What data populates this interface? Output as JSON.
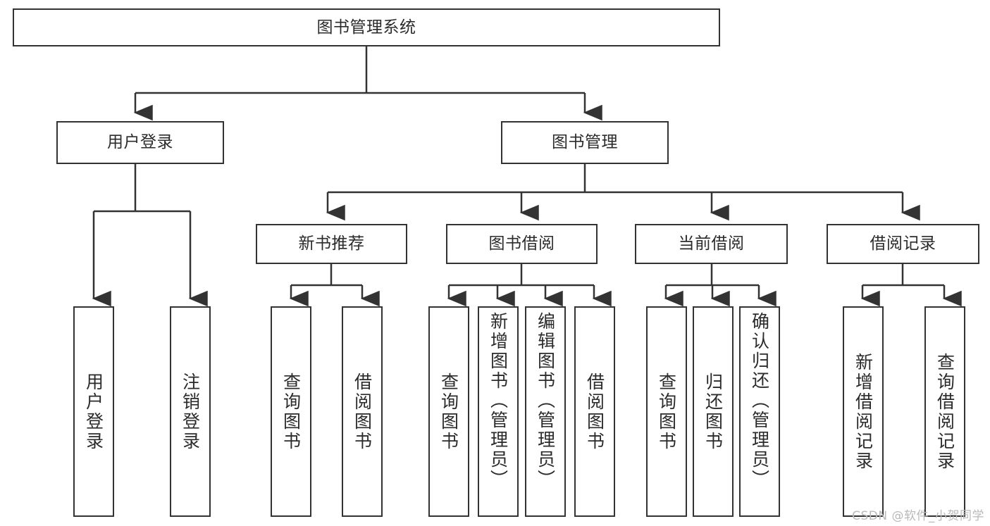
{
  "diagram": {
    "type": "tree-hierarchy-chart",
    "title": "图书管理系统",
    "watermark": "CSDN @软件_小贺同学",
    "colors": {
      "box_border": "#333333",
      "box_fill": "#ffffff",
      "text": "#2b2b2b",
      "connector": "#333333",
      "watermark": "#b9b9b9"
    },
    "nodes": {
      "root": {
        "label": "图书管理系统"
      },
      "level2": [
        {
          "label": "用户登录"
        },
        {
          "label": "图书管理"
        }
      ],
      "level3": [
        {
          "label": "新书推荐"
        },
        {
          "label": "图书借阅"
        },
        {
          "label": "当前借阅"
        },
        {
          "label": "借阅记录"
        }
      ],
      "leaves": {
        "user_login": [
          {
            "label": "用户登录"
          },
          {
            "label": "注销登录"
          }
        ],
        "new_book_recommend": [
          {
            "label": "查询图书"
          },
          {
            "label": "借阅图书"
          }
        ],
        "book_borrow": [
          {
            "label": "查询图书"
          },
          {
            "label": "新增图书（管理员）"
          },
          {
            "label": "编辑图书（管理员）"
          },
          {
            "label": "借阅图书"
          }
        ],
        "current_borrow": [
          {
            "label": "查询图书"
          },
          {
            "label": "归还图书"
          },
          {
            "label": "确认归还（管理员）"
          }
        ],
        "borrow_record": [
          {
            "label": "新增借阅记录"
          },
          {
            "label": "查询借阅记录"
          }
        ]
      }
    }
  }
}
